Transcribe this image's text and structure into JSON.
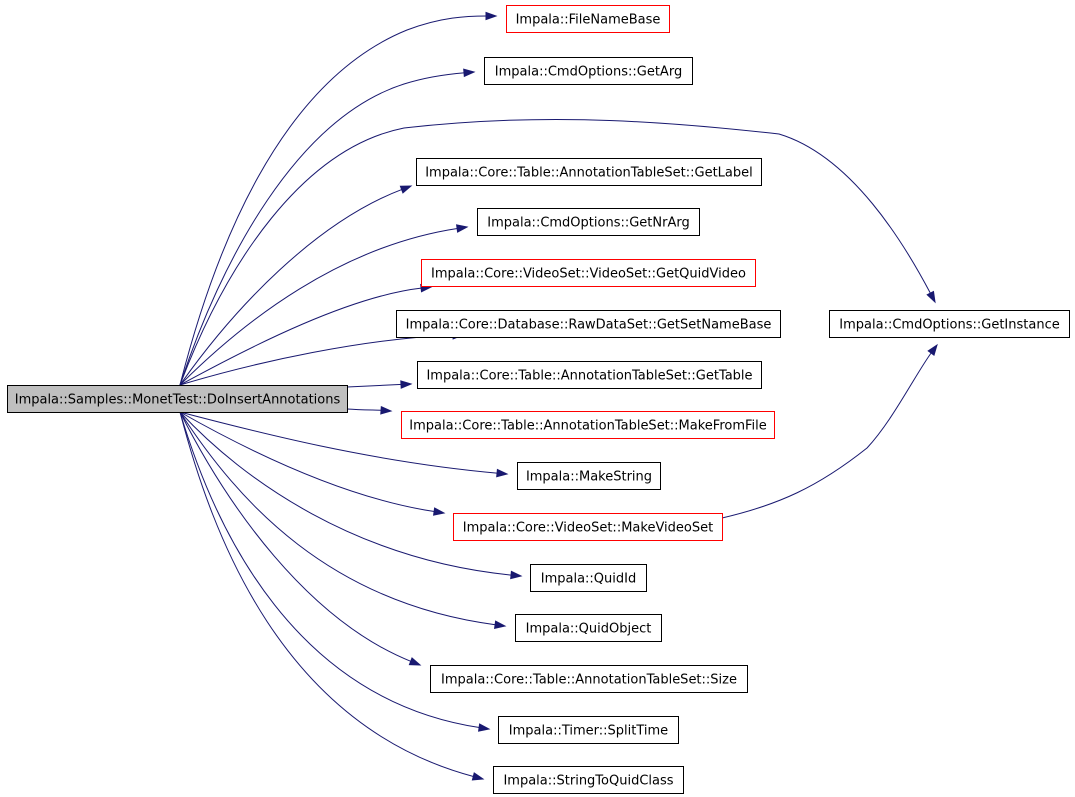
{
  "graph": {
    "root": "Impala::Samples::MonetTest::DoInsertAnnotations",
    "nodes": [
      {
        "id": "root",
        "label": "Impala::Samples::MonetTest::DoInsertAnnotations",
        "fill": "#bfbfbf",
        "border": "#000000"
      },
      {
        "id": "filenamebase",
        "label": "Impala::FileNameBase",
        "fill": "#ffffff",
        "border": "#ff0000"
      },
      {
        "id": "getarg",
        "label": "Impala::CmdOptions::GetArg",
        "fill": "#ffffff",
        "border": "#000000"
      },
      {
        "id": "getlabel",
        "label": "Impala::Core::Table::AnnotationTableSet::GetLabel",
        "fill": "#ffffff",
        "border": "#000000"
      },
      {
        "id": "getnrarg",
        "label": "Impala::CmdOptions::GetNrArg",
        "fill": "#ffffff",
        "border": "#000000"
      },
      {
        "id": "getquidvideo",
        "label": "Impala::Core::VideoSet::VideoSet::GetQuidVideo",
        "fill": "#ffffff",
        "border": "#ff0000"
      },
      {
        "id": "getsetnamebase",
        "label": "Impala::Core::Database::RawDataSet::GetSetNameBase",
        "fill": "#ffffff",
        "border": "#000000"
      },
      {
        "id": "gettable",
        "label": "Impala::Core::Table::AnnotationTableSet::GetTable",
        "fill": "#ffffff",
        "border": "#000000"
      },
      {
        "id": "makefromfile",
        "label": "Impala::Core::Table::AnnotationTableSet::MakeFromFile",
        "fill": "#ffffff",
        "border": "#ff0000"
      },
      {
        "id": "makestring",
        "label": "Impala::MakeString",
        "fill": "#ffffff",
        "border": "#000000"
      },
      {
        "id": "makevideoset",
        "label": "Impala::Core::VideoSet::MakeVideoSet",
        "fill": "#ffffff",
        "border": "#ff0000"
      },
      {
        "id": "quidid",
        "label": "Impala::QuidId",
        "fill": "#ffffff",
        "border": "#000000"
      },
      {
        "id": "quidobject",
        "label": "Impala::QuidObject",
        "fill": "#ffffff",
        "border": "#000000"
      },
      {
        "id": "size",
        "label": "Impala::Core::Table::AnnotationTableSet::Size",
        "fill": "#ffffff",
        "border": "#000000"
      },
      {
        "id": "splittime",
        "label": "Impala::Timer::SplitTime",
        "fill": "#ffffff",
        "border": "#000000"
      },
      {
        "id": "stringtoquidclass",
        "label": "Impala::StringToQuidClass",
        "fill": "#ffffff",
        "border": "#000000"
      },
      {
        "id": "getinstance",
        "label": "Impala::CmdOptions::GetInstance",
        "fill": "#ffffff",
        "border": "#000000"
      }
    ],
    "edges": [
      {
        "from": "root",
        "to": "filenamebase"
      },
      {
        "from": "root",
        "to": "getarg"
      },
      {
        "from": "root",
        "to": "getinstance"
      },
      {
        "from": "root",
        "to": "getlabel"
      },
      {
        "from": "root",
        "to": "getnrarg"
      },
      {
        "from": "root",
        "to": "getquidvideo"
      },
      {
        "from": "root",
        "to": "getsetnamebase"
      },
      {
        "from": "root",
        "to": "gettable"
      },
      {
        "from": "root",
        "to": "makefromfile"
      },
      {
        "from": "root",
        "to": "makestring"
      },
      {
        "from": "root",
        "to": "makevideoset"
      },
      {
        "from": "root",
        "to": "quidid"
      },
      {
        "from": "root",
        "to": "quidobject"
      },
      {
        "from": "root",
        "to": "size"
      },
      {
        "from": "root",
        "to": "splittime"
      },
      {
        "from": "root",
        "to": "stringtoquidclass"
      },
      {
        "from": "makevideoset",
        "to": "getinstance"
      }
    ],
    "edge_color": "#191970"
  }
}
